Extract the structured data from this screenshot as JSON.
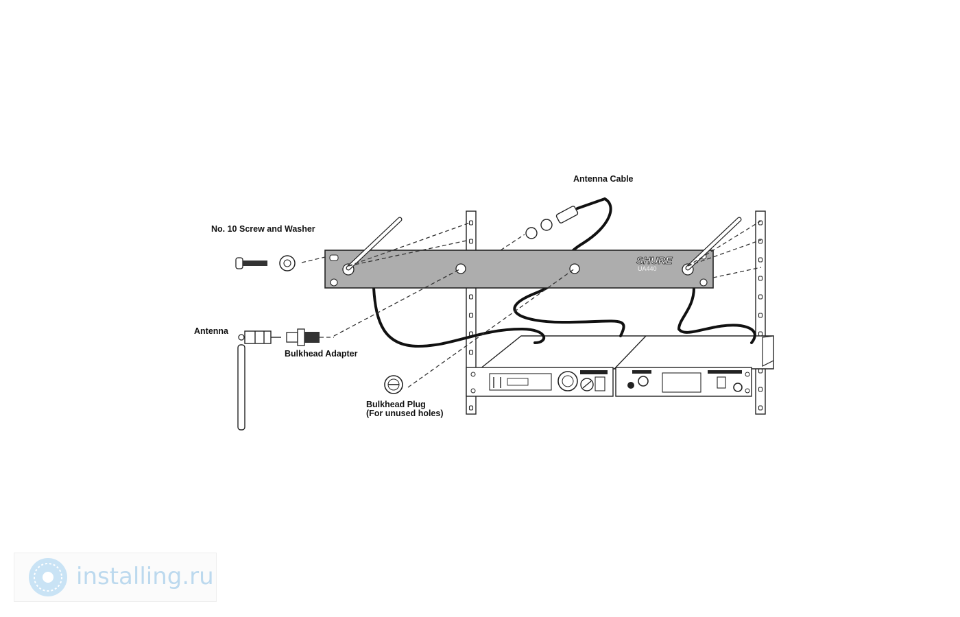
{
  "labels": {
    "screw_washer": "No. 10 Screw and Washer",
    "antenna_cable": "Antenna Cable",
    "antenna": "Antenna",
    "bulkhead_adapter": "Bulkhead Adapter",
    "bulkhead_plug_line1": "Bulkhead Plug",
    "bulkhead_plug_line2": "(For unused holes)"
  },
  "panel": {
    "brand": "SHURE",
    "model": "UA440"
  },
  "watermark": {
    "text": "installing.ru",
    "logo_icon": "installing-logo-icon"
  },
  "colors": {
    "panel_fill": "#adadad",
    "line": "#222222",
    "watermark_text": "#bcd9ee",
    "watermark_logo": "#c9e3f5"
  }
}
